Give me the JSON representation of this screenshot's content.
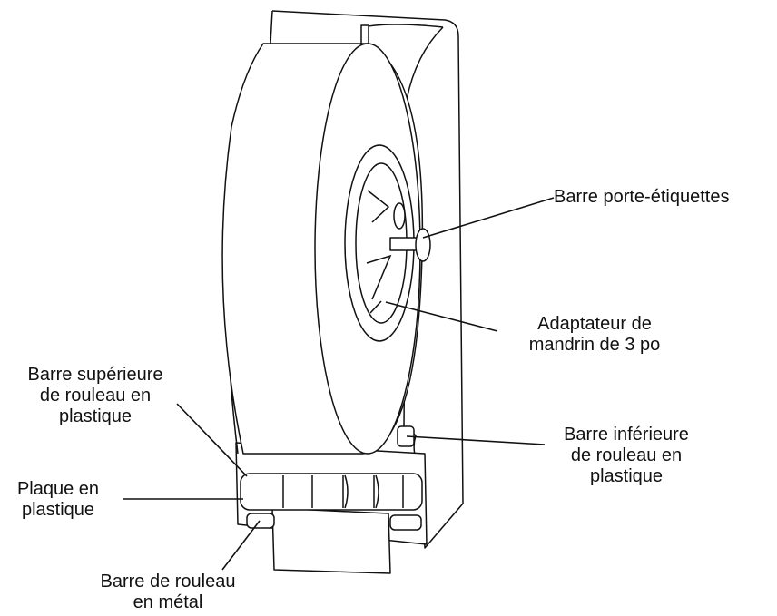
{
  "labels": {
    "label_bar": [
      "Barre porte-étiquettes"
    ],
    "core_adapter": [
      "Adaptateur de",
      "mandrin de 3 po"
    ],
    "upper_roller": [
      "Barre supérieure",
      "de rouleau en",
      "plastique"
    ],
    "lower_roller": [
      "Barre inférieure",
      "de rouleau en",
      "plastique"
    ],
    "plastic_plate": [
      "Plaque en",
      "plastique"
    ],
    "metal_roller": [
      "Barre de rouleau",
      "en métal"
    ]
  }
}
